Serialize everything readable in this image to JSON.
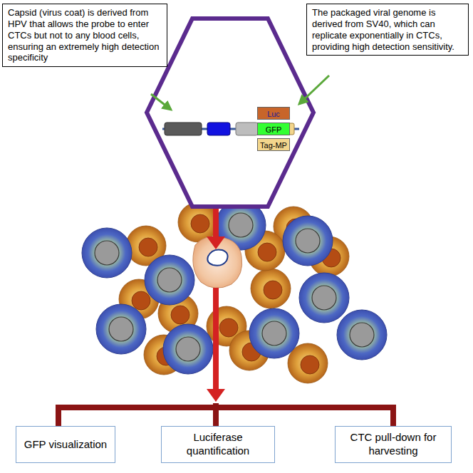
{
  "diagram": {
    "nodes": [
      {
        "text": [
          "Capsid (virus coat) is derived from HPV that allows the probe to enter CTCs but not to any blood cells, ensuring an extremely high detection specificity"
        ]
      },
      {
        "text": [
          "The packaged viral genome is derived from SV40, which can replicate exponentially in CTCs, providing high detection sensitivity."
        ]
      },
      {
        "text": [
          "Luc"
        ]
      },
      {
        "text": [
          "GFP"
        ]
      },
      {
        "text": [
          "Tag-MP"
        ]
      },
      {
        "text": [
          "GFP visualization"
        ]
      },
      {
        "text": [
          "Luciferase quantification"
        ]
      },
      {
        "text": [
          "CTC pull-down for harvesting"
        ]
      }
    ]
  }
}
